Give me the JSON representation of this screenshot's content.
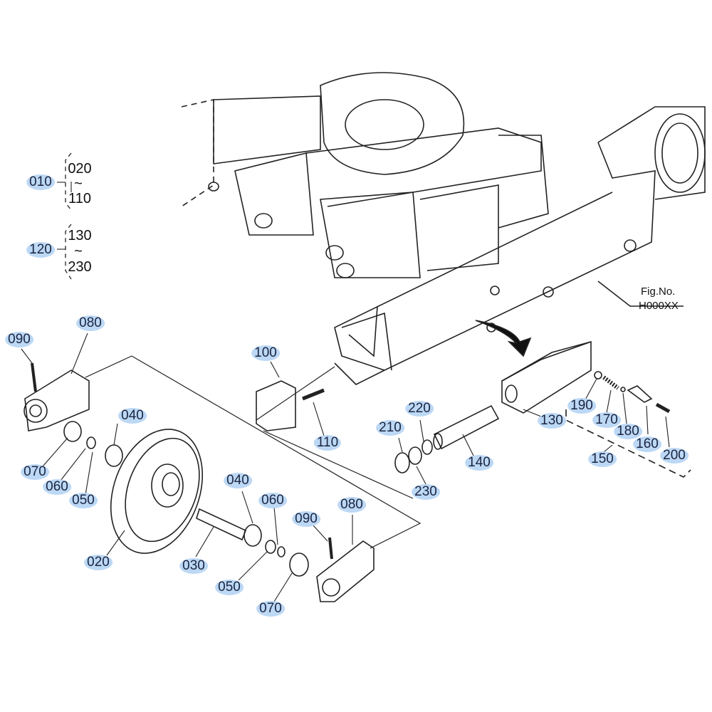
{
  "figure": {
    "label": "Fig.No.",
    "number": "H000XX"
  },
  "groups": [
    {
      "callout": "010",
      "range_start": "020",
      "range_sep": "~",
      "range_end": "110"
    },
    {
      "callout": "120",
      "range_start": "130",
      "range_sep": "~",
      "range_end": "230"
    }
  ],
  "callouts": {
    "c090a": "090",
    "c080a": "080",
    "c100": "100",
    "c110": "110",
    "c040a": "040",
    "c070a": "070",
    "c060a": "060",
    "c050a": "050",
    "c020": "020",
    "c030": "030",
    "c040b": "040",
    "c060b": "060",
    "c090b": "090",
    "c080b": "080",
    "c050b": "050",
    "c070b": "070",
    "c210": "210",
    "c220": "220",
    "c230": "230",
    "c140": "140",
    "c130": "130",
    "c190": "190",
    "c170": "170",
    "c180": "180",
    "c160": "160",
    "c200": "200",
    "c150": "150"
  },
  "colors": {
    "highlight": "#bcd8f5",
    "label_text": "#1b2540",
    "line": "#222222"
  }
}
